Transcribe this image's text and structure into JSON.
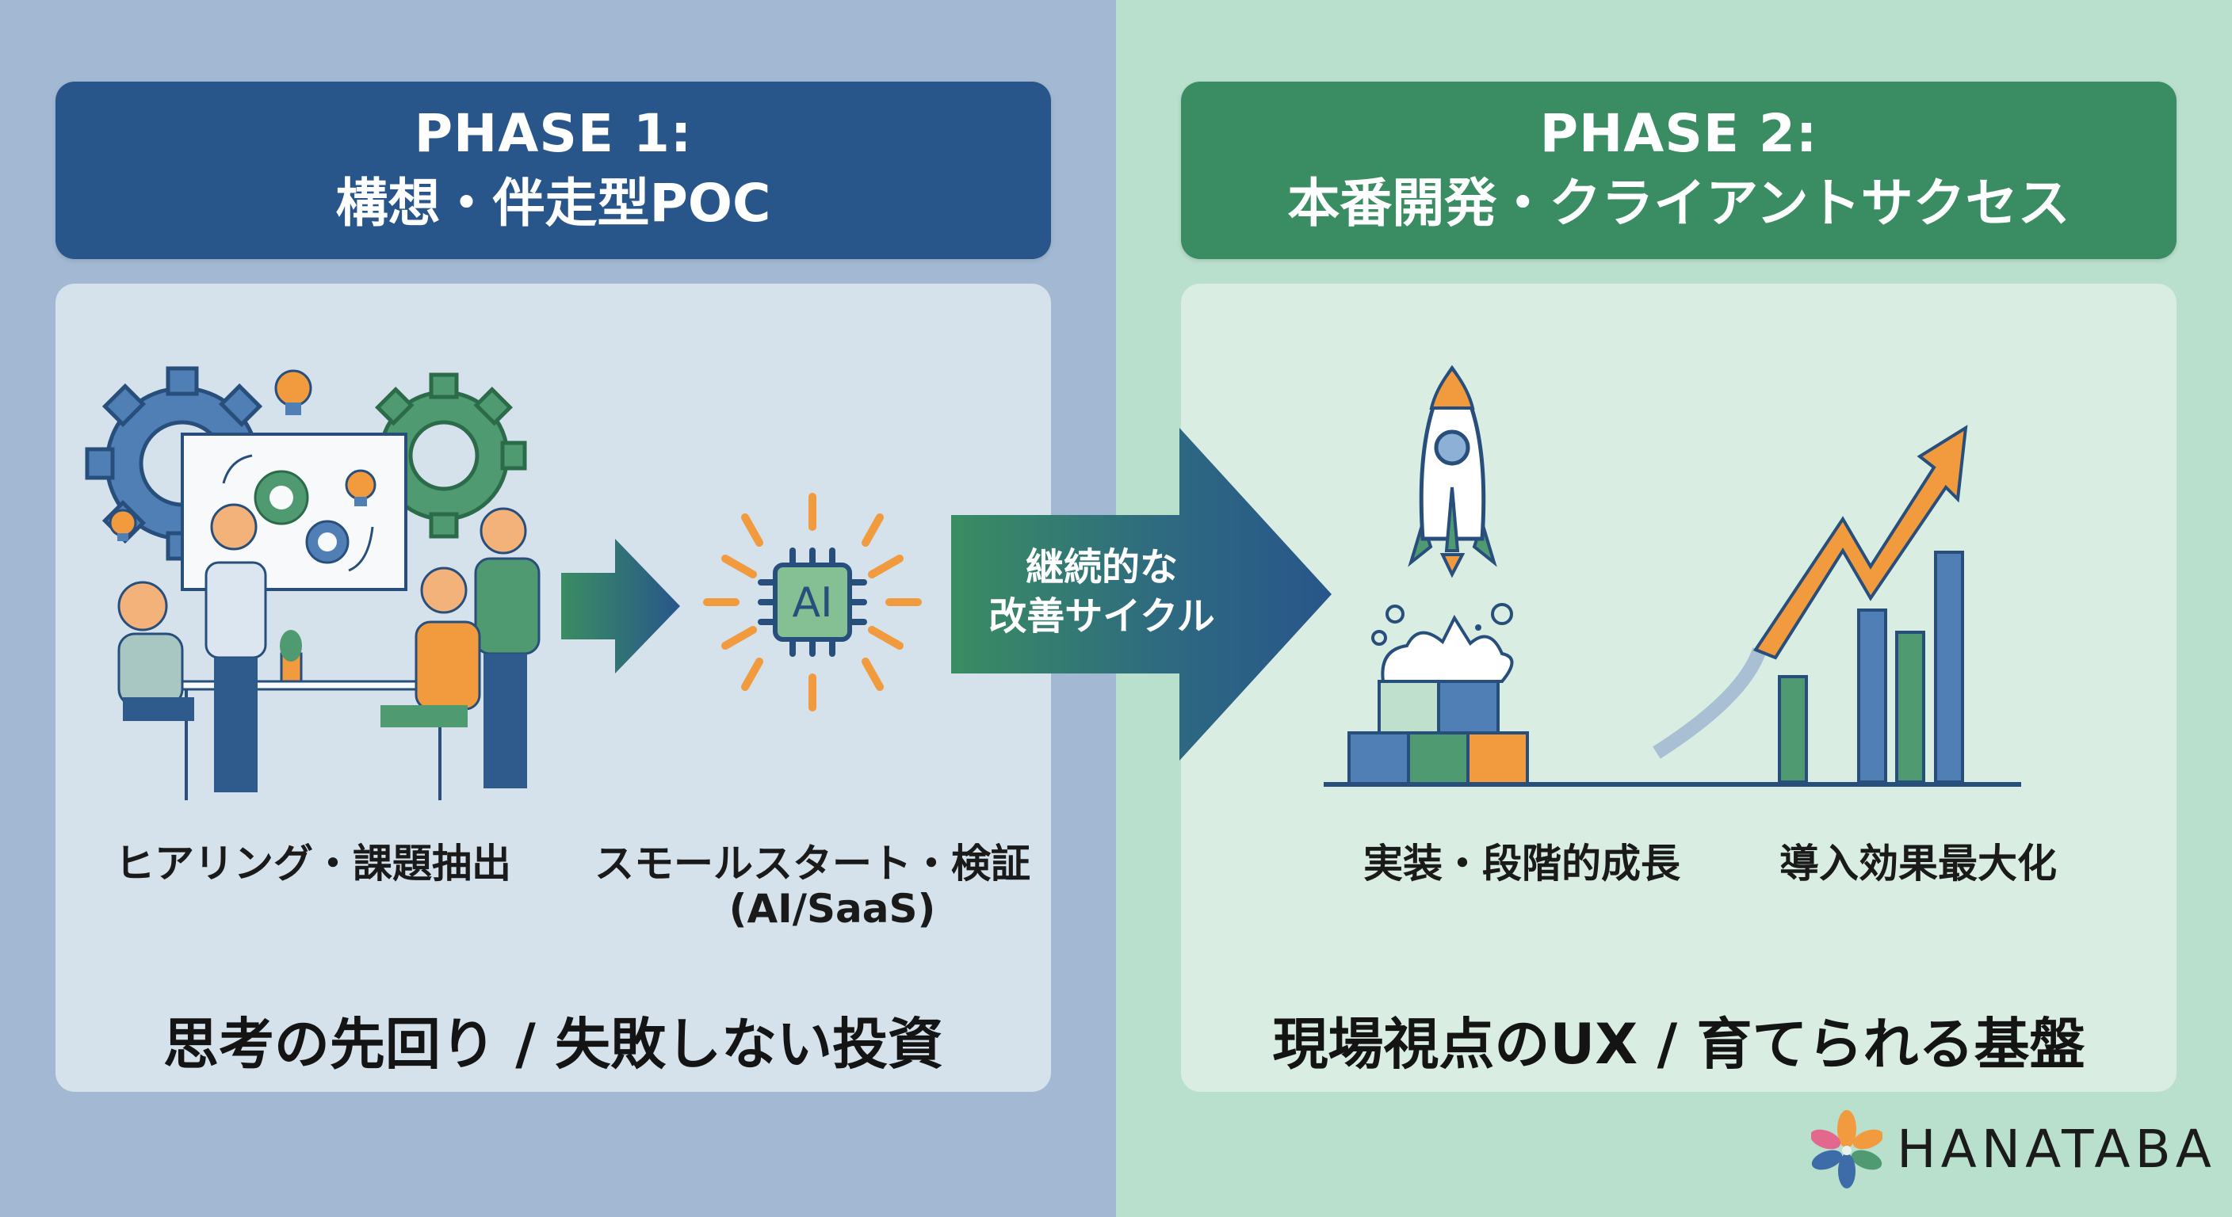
{
  "colors": {
    "phase1_bg": "#a3b9d3",
    "phase2_bg": "#b9dfcd",
    "phase1_accent": "#28568a",
    "phase2_accent": "#3a8d62",
    "orange": "#f29a3e",
    "blue": "#4f7fb4",
    "green": "#4f9a70"
  },
  "phase1": {
    "title_line1": "PHASE 1:",
    "title_line2": "構想・伴走型POC",
    "steps": [
      {
        "label": "ヒアリング・課題抽出",
        "icon": "team-meeting-illustration"
      },
      {
        "label": "スモールスタート・検証",
        "sublabel": "(AI/SaaS)",
        "icon": "ai-chip-icon"
      }
    ],
    "tagline": "思考の先回り / 失敗しない投資"
  },
  "transition": {
    "line1": "継続的な",
    "line2": "改善サイクル",
    "icon": "arrow-right-icon"
  },
  "phase2": {
    "title_line1": "PHASE 2:",
    "title_line2": "本番開発・クライアントサクセス",
    "steps": [
      {
        "label": "実装・段階的成長",
        "icon": "rocket-launch-illustration"
      },
      {
        "label": "導入効果最大化",
        "icon": "growth-bar-chart-illustration"
      }
    ],
    "tagline": "現場視点のUX / 育てられる基盤"
  },
  "brand": {
    "name": "HANATABA",
    "icon": "flower-logo-icon"
  }
}
